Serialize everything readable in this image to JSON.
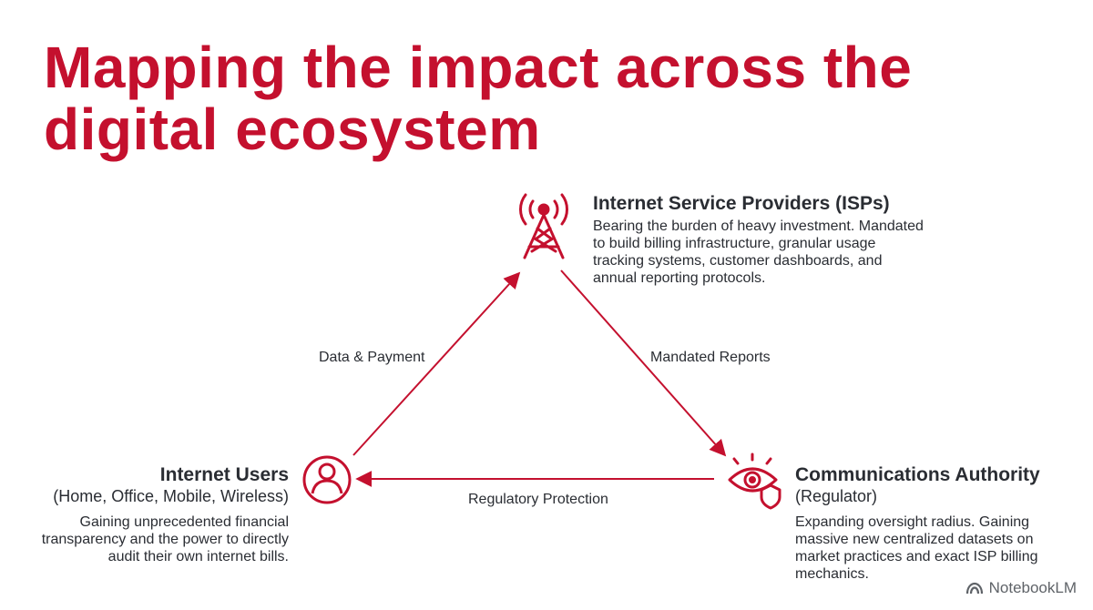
{
  "title": "Mapping the impact across the digital ecosystem",
  "colors": {
    "accent": "#c4102e",
    "text": "#2a2d33",
    "brand": "#5f6368"
  },
  "nodes": {
    "isp": {
      "icon": "cell-tower-icon",
      "title": "Internet Service Providers (ISPs)",
      "description": "Bearing the burden of heavy investment. Mandated to build billing infrastructure, granular usage tracking systems, customer dashboards, and annual reporting protocols."
    },
    "users": {
      "icon": "user-icon",
      "title": "Internet Users",
      "subtitle": "(Home, Office, Mobile, Wireless)",
      "description": "Gaining unprecedented financial transparency and the power to directly audit their own internet bills."
    },
    "authority": {
      "icon": "eye-shield-icon",
      "title": "Communications Authority",
      "subtitle": "(Regulator)",
      "description": "Expanding oversight radius. Gaining massive new centralized datasets on market practices and exact ISP billing mechanics."
    }
  },
  "edges": {
    "users_to_isp": "Data & Payment",
    "isp_to_authority": "Mandated Reports",
    "authority_to_users": "Regulatory Protection"
  },
  "brand": {
    "icon": "notebooklm-logo-icon",
    "label": "NotebookLM"
  }
}
